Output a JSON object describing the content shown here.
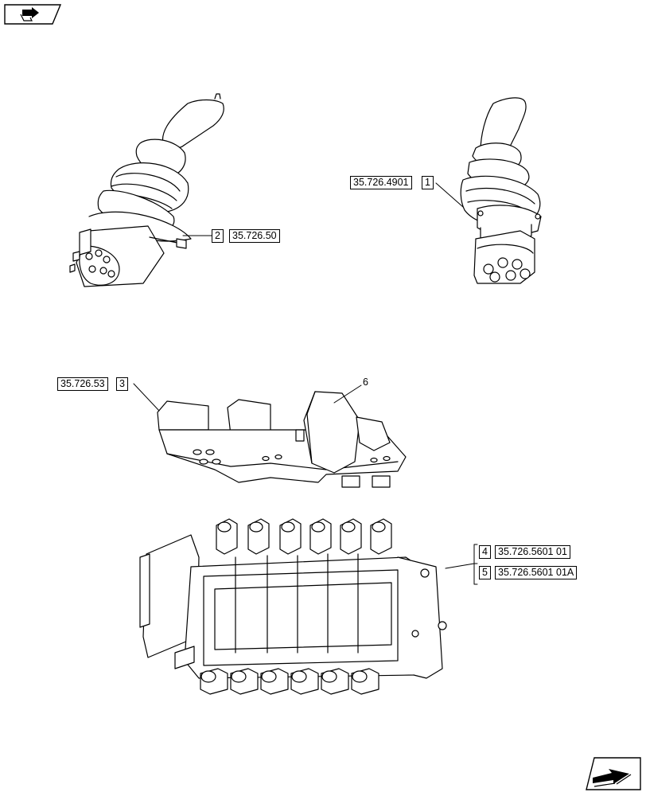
{
  "callouts": {
    "c2_num": "2",
    "c2_ref": "35.726.50",
    "c1_ref": "35.726.4901",
    "c1_num": "1",
    "c3_ref": "35.726.53",
    "c3_num": "3",
    "c6_num": "6",
    "c4_num": "4",
    "c4_ref": "35.726.5601 01",
    "c5_num": "5",
    "c5_ref": "35.726.5601 01A"
  },
  "icons": {
    "top_left": "book-arrow-icon",
    "bottom_right": "next-page-arrow-icon"
  }
}
